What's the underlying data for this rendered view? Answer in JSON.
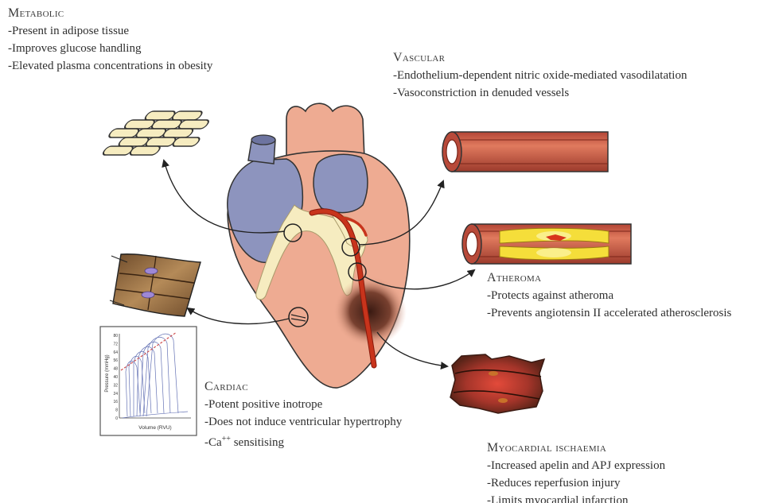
{
  "sections": {
    "metabolic": {
      "heading": "Metabolic",
      "items": [
        "-Present in adipose tissue",
        "-Improves glucose handling",
        "-Elevated plasma concentrations in obesity"
      ]
    },
    "vascular": {
      "heading": "Vascular",
      "items": [
        "-Endothelium-dependent nitric oxide-mediated vasodilatation",
        "-Vasoconstriction in denuded vessels"
      ]
    },
    "atheroma": {
      "heading": "Atheroma",
      "items": [
        "-Protects against atheroma",
        "-Prevents angiotensin II accelerated atherosclerosis"
      ]
    },
    "cardiac": {
      "heading": "Cardiac",
      "items": [
        "-Potent positive inotrope",
        "-Does not induce ventricular hypertrophy",
        "-Ca",
        "++",
        " sensitising"
      ]
    },
    "ischaemia": {
      "heading": "Myocardial ischaemia",
      "items": [
        "-Increased apelin and APJ expression",
        "-Reduces reperfusion injury",
        "-Limits myocardial  infarction"
      ]
    }
  },
  "pv_plot": {
    "y_axis_label": "Pressure (mmHg)",
    "x_axis_label": "Volume (RVU)",
    "y_ticks": [
      "80",
      "72",
      "64",
      "56",
      "48",
      "40",
      "32",
      "24",
      "16",
      "8",
      "0"
    ]
  },
  "colors": {
    "heart_muscle": "#eeab92",
    "vessel_blue": "#8d94be",
    "fat_yellow": "#f6ecc0",
    "artery_red": "#c8341c",
    "vessel_red": "#b84a3a",
    "plaque_yellow": "#f5de3a",
    "tissue_brown": "#a07a4a",
    "infarct_dark": "#3a1a12",
    "arrow": "#222222"
  }
}
